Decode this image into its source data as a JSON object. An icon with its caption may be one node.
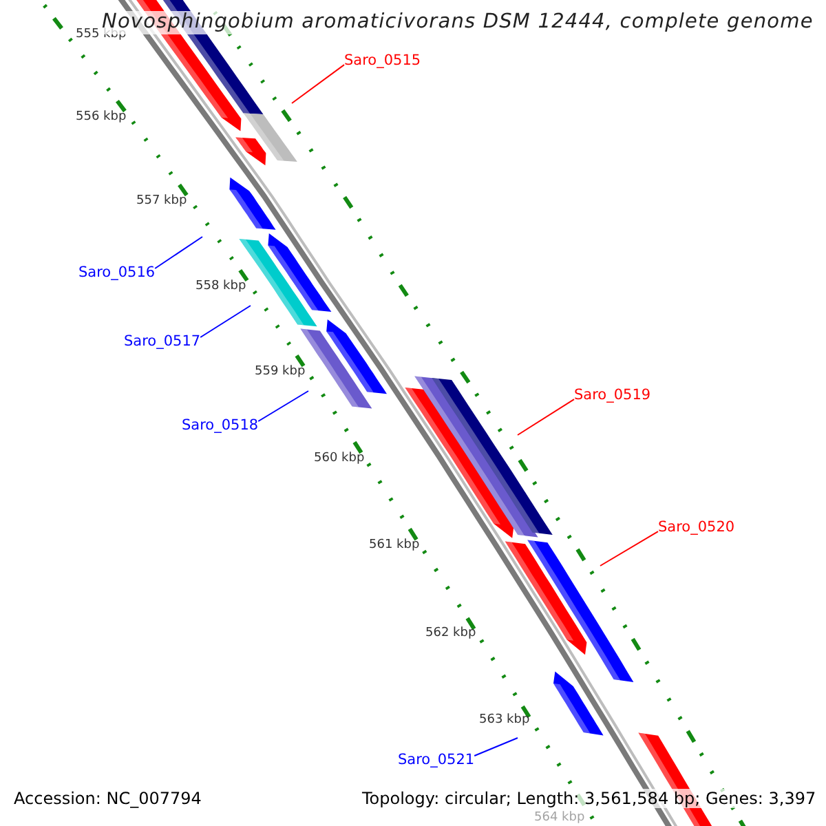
{
  "diagram": {
    "title": "Novosphingobium aromaticivorans DSM 12444, complete genome",
    "nodes": [
      {
        "text": [
          "Saro_0515"
        ]
      },
      {
        "text": [
          "Saro_0516"
        ]
      },
      {
        "text": [
          "Saro_0517"
        ]
      },
      {
        "text": [
          "Saro_0519"
        ]
      },
      {
        "text": [
          "Saro_0518"
        ]
      },
      {
        "text": [
          "Saro_0520"
        ]
      },
      {
        "text": [
          "Saro_0521"
        ]
      }
    ],
    "edges": [
      {
        "from": 0,
        "to": null,
        "arrow": "none",
        "color": "#ff0000"
      },
      {
        "from": 1,
        "to": null,
        "arrow": "none"
      },
      {
        "from": 2,
        "to": null,
        "arrow": "none"
      },
      {
        "from": 3,
        "to": null,
        "arrow": "none",
        "color": "#ff0000"
      },
      {
        "from": 4,
        "to": null,
        "arrow": "none"
      },
      {
        "from": 5,
        "to": null,
        "arrow": "none",
        "color": "#ff0000"
      },
      {
        "from": 6,
        "to": null,
        "arrow": "none"
      }
    ],
    "labels": [
      "555 kbp",
      "556 kbp",
      "557 kbp",
      "558 kbp",
      "559 kbp",
      "560 kbp",
      "561 kbp",
      "562 kbp",
      "563 kbp",
      "564 kbp",
      "Accession: NC_007794",
      "Topology: circular; Length: 3,561,584 bp; Genes: 3,397"
    ]
  }
}
